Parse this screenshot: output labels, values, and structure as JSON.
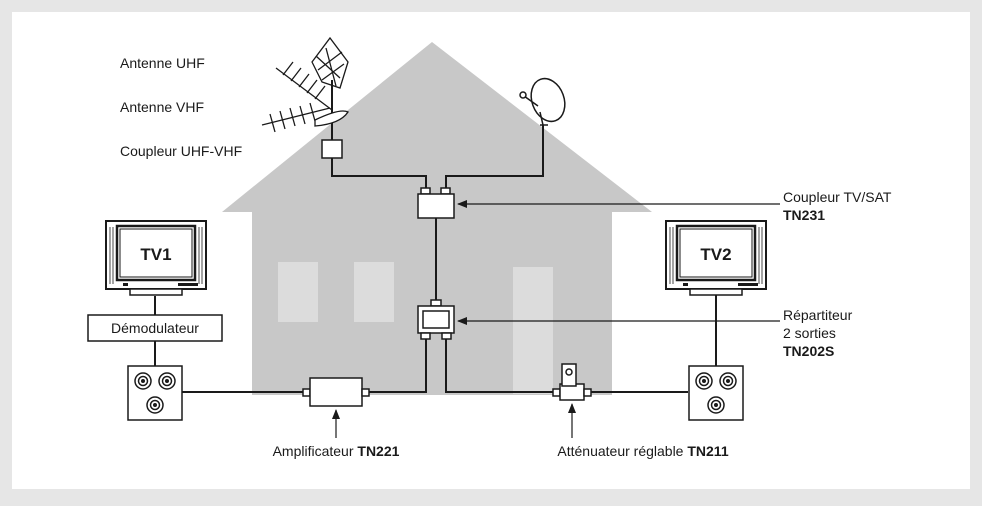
{
  "labels": {
    "antenna_uhf": "Antenne UHF",
    "antenna_vhf": "Antenne VHF",
    "coupler_uhf_vhf": "Coupleur UHF-VHF",
    "coupler_tvsat": "Coupleur TV/SAT",
    "coupler_tvsat_ref": "TN231",
    "splitter_line1": "Répartiteur",
    "splitter_line2": "2 sorties",
    "splitter_ref": "TN202S",
    "demodulator": "Démodulateur",
    "tv1": "TV1",
    "tv2": "TV2",
    "amplifier": "Amplificateur ",
    "amplifier_ref": "TN221",
    "attenuator": "Atténuateur réglable ",
    "attenuator_ref": "TN211"
  },
  "colors": {
    "background": "#e6e6e6",
    "panel": "#ffffff",
    "house": "#c8c8c8",
    "window": "#dcdcdc",
    "line": "#1a1a1a"
  }
}
